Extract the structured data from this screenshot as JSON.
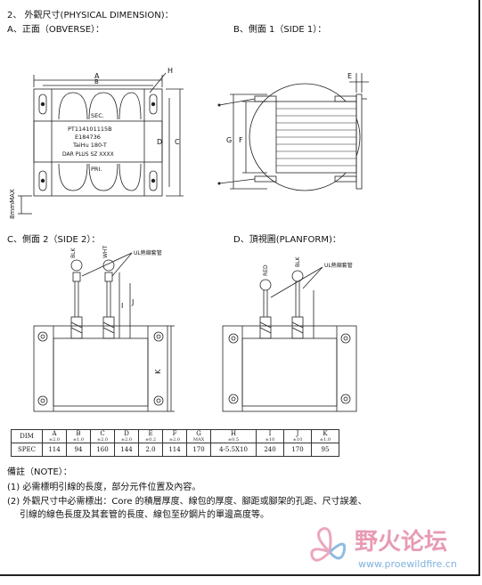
{
  "heading": "2、    外觀尺寸(PHYSICAL DIMENSION)：",
  "views": {
    "obverse": "A、正面（OBVERSE）：",
    "side1": "B、側面 1（SIDE 1）：",
    "side2": "C、側面 2（SIDE 2）：",
    "planform": "D、頂視圖(PLANFORM)："
  },
  "obverse_labels": {
    "A": "A",
    "B": "B",
    "C": "C",
    "D": "D",
    "H": "H",
    "sec": "SEC.",
    "pri": "PRI.",
    "line1": "PT114101115B",
    "line2": "E184736",
    "line3": "TaiHu 180-T",
    "line4": "DAR PLUS   SZ    XXXX",
    "max": "8mmMAX"
  },
  "side1_labels": {
    "E": "E",
    "F": "F",
    "G": "G"
  },
  "side2_labels": {
    "I": "I",
    "J": "J",
    "K": "K",
    "ul": "UL熱縮套管",
    "wire1": "BLK",
    "wire2": "WHT"
  },
  "planform_labels": {
    "ul": "UL熱縮套管",
    "wire1": "RED",
    "wire2": "BLK"
  },
  "table": {
    "header": "DIM",
    "spec_label": "SPEC",
    "columns": [
      {
        "name": "A",
        "tol": "±2.0",
        "spec": "114"
      },
      {
        "name": "B",
        "tol": "±1.0",
        "spec": "94"
      },
      {
        "name": "C",
        "tol": "±2.0",
        "spec": "160"
      },
      {
        "name": "D",
        "tol": "±2.0",
        "spec": "144"
      },
      {
        "name": "E",
        "tol": "±0.2",
        "spec": "2.0"
      },
      {
        "name": "F",
        "tol": "±2.0",
        "spec": "114"
      },
      {
        "name": "G",
        "tol": "MAX",
        "spec": "170"
      },
      {
        "name": "H",
        "tol": "±0.5",
        "spec": "4-5.5X10"
      },
      {
        "name": "I",
        "tol": "±10",
        "spec": "240"
      },
      {
        "name": "J",
        "tol": "±10",
        "spec": "170"
      },
      {
        "name": "K",
        "tol": "±1.0",
        "spec": "95"
      }
    ]
  },
  "notes": {
    "title": "備註（NOTE）：",
    "n1": "(1) 必需標明引線的長度，部分元件位置及內容。",
    "n2a": "(2) 外觀尺寸中必需標出：Core 的積層厚度、線包的厚度、腳距或腳架的孔距、尺寸誤差、",
    "n2b": "引線的線色長度及其套管的長度、線包至矽鋼片的單邊高度等。"
  },
  "watermark": {
    "title": "野火论坛",
    "url": "www.proewildfire.cn"
  },
  "colors": {
    "line": "#222222",
    "watermark_pink": "#e58aa6",
    "watermark_blue": "#6aa5d8"
  }
}
